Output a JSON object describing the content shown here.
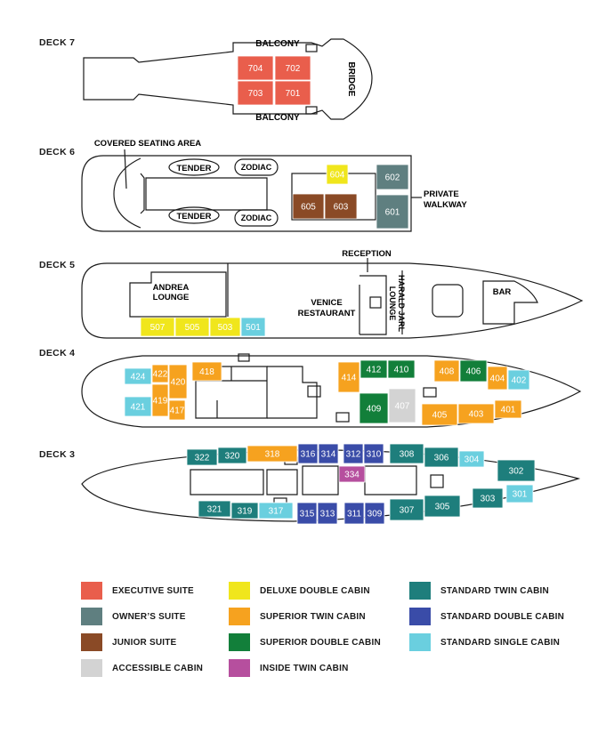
{
  "colors": {
    "executive_suite": "#E95E4C",
    "owners_suite": "#5F7F80",
    "junior_suite": "#8A4A26",
    "accessible_cabin": "#D3D3D3",
    "deluxe_double_cabin": "#F0E61C",
    "superior_twin_cabin": "#F6A21F",
    "superior_double_cabin": "#127F3A",
    "inside_twin_cabin": "#B64F9E",
    "standard_twin_cabin": "#1E7E7C",
    "standard_double_cabin": "#3A4CA8",
    "standard_single_cabin": "#6ACFDF"
  },
  "decks": [
    {
      "label": "DECK 7"
    },
    {
      "label": "DECK 6"
    },
    {
      "label": "DECK 5"
    },
    {
      "label": "DECK 4"
    },
    {
      "label": "DECK 3"
    }
  ],
  "areas": {
    "deck7_balcony_top": "BALCONY",
    "deck7_balcony_bottom": "BALCONY",
    "deck7_bridge": "BRIDGE",
    "deck6_covered_seating": "COVERED SEATING AREA",
    "deck6_tender_top": "TENDER",
    "deck6_tender_bottom": "TENDER",
    "deck6_zodiac_top": "ZODIAC",
    "deck6_zodiac_bottom": "ZODIAC",
    "deck6_private_walkway_1": "PRIVATE",
    "deck6_private_walkway_2": "WALKWAY",
    "deck5_reception": "RECEPTION",
    "deck5_andrea_1": "ANDREA",
    "deck5_andrea_2": "LOUNGE",
    "deck5_venice_1": "VENICE",
    "deck5_venice_2": "RESTAURANT",
    "deck5_harald_1": "HARALD JARL",
    "deck5_harald_2": "LOUNGE",
    "deck5_bar": "BAR"
  },
  "cabins": [
    {
      "num": "704",
      "type": "executive_suite"
    },
    {
      "num": "702",
      "type": "executive_suite"
    },
    {
      "num": "703",
      "type": "executive_suite"
    },
    {
      "num": "701",
      "type": "executive_suite"
    },
    {
      "num": "604",
      "type": "deluxe_double_cabin"
    },
    {
      "num": "605",
      "type": "junior_suite"
    },
    {
      "num": "603",
      "type": "junior_suite"
    },
    {
      "num": "602",
      "type": "owners_suite"
    },
    {
      "num": "601",
      "type": "owners_suite"
    },
    {
      "num": "507",
      "type": "deluxe_double_cabin"
    },
    {
      "num": "505",
      "type": "deluxe_double_cabin"
    },
    {
      "num": "503",
      "type": "deluxe_double_cabin"
    },
    {
      "num": "501",
      "type": "standard_single_cabin"
    },
    {
      "num": "424",
      "type": "standard_single_cabin"
    },
    {
      "num": "421",
      "type": "standard_single_cabin"
    },
    {
      "num": "422",
      "type": "superior_twin_cabin"
    },
    {
      "num": "420",
      "type": "superior_twin_cabin"
    },
    {
      "num": "419",
      "type": "superior_twin_cabin"
    },
    {
      "num": "417",
      "type": "superior_twin_cabin"
    },
    {
      "num": "418",
      "type": "superior_twin_cabin"
    },
    {
      "num": "414",
      "type": "superior_twin_cabin"
    },
    {
      "num": "412",
      "type": "superior_double_cabin"
    },
    {
      "num": "410",
      "type": "superior_double_cabin"
    },
    {
      "num": "409",
      "type": "superior_double_cabin"
    },
    {
      "num": "407",
      "type": "accessible_cabin"
    },
    {
      "num": "408",
      "type": "superior_twin_cabin"
    },
    {
      "num": "406",
      "type": "superior_double_cabin"
    },
    {
      "num": "404",
      "type": "superior_twin_cabin"
    },
    {
      "num": "402",
      "type": "standard_single_cabin"
    },
    {
      "num": "405",
      "type": "superior_twin_cabin"
    },
    {
      "num": "403",
      "type": "superior_twin_cabin"
    },
    {
      "num": "401",
      "type": "superior_twin_cabin"
    },
    {
      "num": "322",
      "type": "standard_twin_cabin"
    },
    {
      "num": "320",
      "type": "standard_twin_cabin"
    },
    {
      "num": "318",
      "type": "superior_twin_cabin"
    },
    {
      "num": "316",
      "type": "standard_double_cabin"
    },
    {
      "num": "314",
      "type": "standard_double_cabin"
    },
    {
      "num": "312",
      "type": "standard_double_cabin"
    },
    {
      "num": "310",
      "type": "standard_double_cabin"
    },
    {
      "num": "308",
      "type": "standard_twin_cabin"
    },
    {
      "num": "306",
      "type": "standard_twin_cabin"
    },
    {
      "num": "304",
      "type": "standard_single_cabin"
    },
    {
      "num": "302",
      "type": "standard_twin_cabin"
    },
    {
      "num": "334",
      "type": "inside_twin_cabin"
    },
    {
      "num": "321",
      "type": "standard_twin_cabin"
    },
    {
      "num": "319",
      "type": "standard_twin_cabin"
    },
    {
      "num": "317",
      "type": "standard_single_cabin"
    },
    {
      "num": "315",
      "type": "standard_double_cabin"
    },
    {
      "num": "313",
      "type": "standard_double_cabin"
    },
    {
      "num": "311",
      "type": "standard_double_cabin"
    },
    {
      "num": "309",
      "type": "standard_double_cabin"
    },
    {
      "num": "307",
      "type": "standard_twin_cabin"
    },
    {
      "num": "305",
      "type": "standard_twin_cabin"
    },
    {
      "num": "303",
      "type": "standard_twin_cabin"
    },
    {
      "num": "301",
      "type": "standard_single_cabin"
    }
  ],
  "legend": [
    {
      "label": "EXECUTIVE SUITE",
      "type": "executive_suite"
    },
    {
      "label": "OWNER’S SUITE",
      "type": "owners_suite"
    },
    {
      "label": "JUNIOR SUITE",
      "type": "junior_suite"
    },
    {
      "label": "ACCESSIBLE CABIN",
      "type": "accessible_cabin"
    },
    {
      "label": "DELUXE DOUBLE CABIN",
      "type": "deluxe_double_cabin"
    },
    {
      "label": "SUPERIOR TWIN CABIN",
      "type": "superior_twin_cabin"
    },
    {
      "label": "SUPERIOR DOUBLE CABIN",
      "type": "superior_double_cabin"
    },
    {
      "label": "INSIDE TWIN CABIN",
      "type": "inside_twin_cabin"
    },
    {
      "label": "STANDARD TWIN CABIN",
      "type": "standard_twin_cabin"
    },
    {
      "label": "STANDARD DOUBLE CABIN",
      "type": "standard_double_cabin"
    },
    {
      "label": "STANDARD SINGLE CABIN",
      "type": "standard_single_cabin"
    }
  ]
}
